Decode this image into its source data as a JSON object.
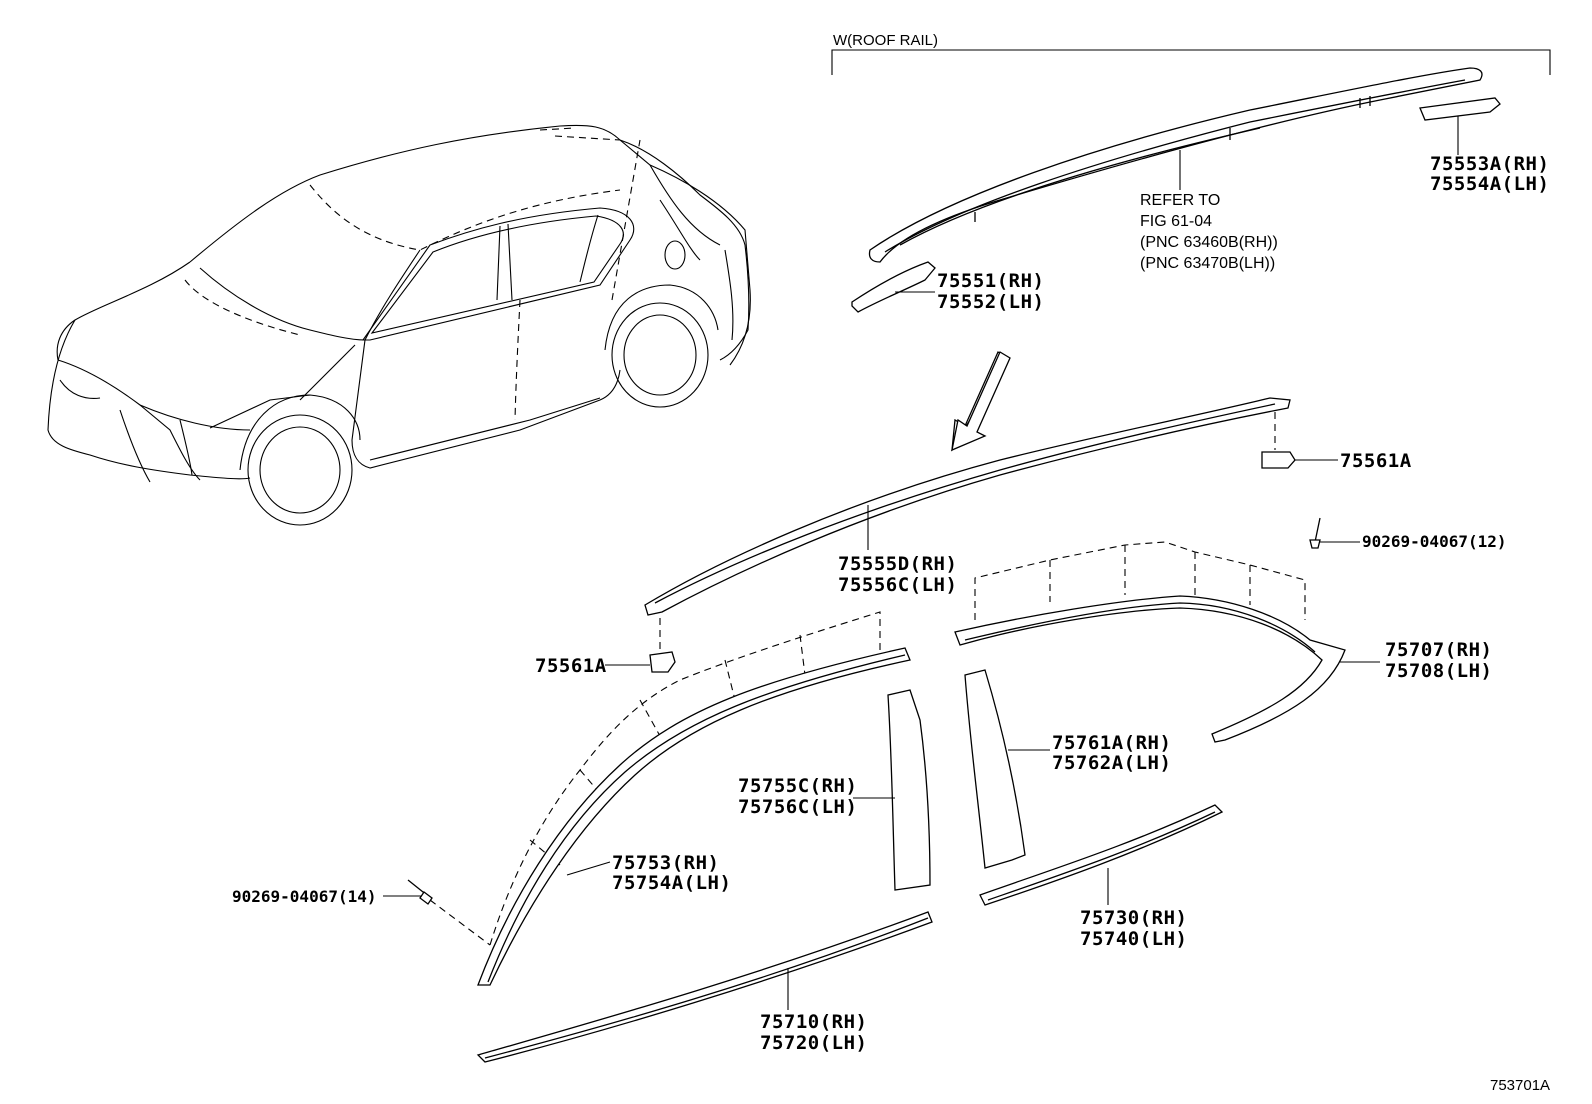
{
  "diagram": {
    "group_label": "W(ROOF RAIL)",
    "refer_note": {
      "line1": "REFER TO",
      "line2": "FIG 61-04",
      "line3": "(PNC 63460B(RH))",
      "line4": "(PNC 63470B(LH))"
    },
    "figure_code": "753701A",
    "parts": {
      "p75553": {
        "rh": "75553A(RH)",
        "lh": "75554A(LH)"
      },
      "p75551": {
        "rh": "75551(RH)",
        "lh": "75552(LH)"
      },
      "p75561_right": "75561A",
      "p75561_left": "75561A",
      "p75555": {
        "rh": "75555D(RH)",
        "lh": "75556C(LH)"
      },
      "screw_12": "90269-04067(12)",
      "screw_14": "90269-04067(14)",
      "p75707": {
        "rh": "75707(RH)",
        "lh": "75708(LH)"
      },
      "p75761": {
        "rh": "75761A(RH)",
        "lh": "75762A(LH)"
      },
      "p75755": {
        "rh": "75755C(RH)",
        "lh": "75756C(LH)"
      },
      "p75753": {
        "rh": "75753(RH)",
        "lh": "75754A(LH)"
      },
      "p75730": {
        "rh": "75730(RH)",
        "lh": "75740(LH)"
      },
      "p75710": {
        "rh": "75710(RH)",
        "lh": "75720(LH)"
      }
    }
  }
}
